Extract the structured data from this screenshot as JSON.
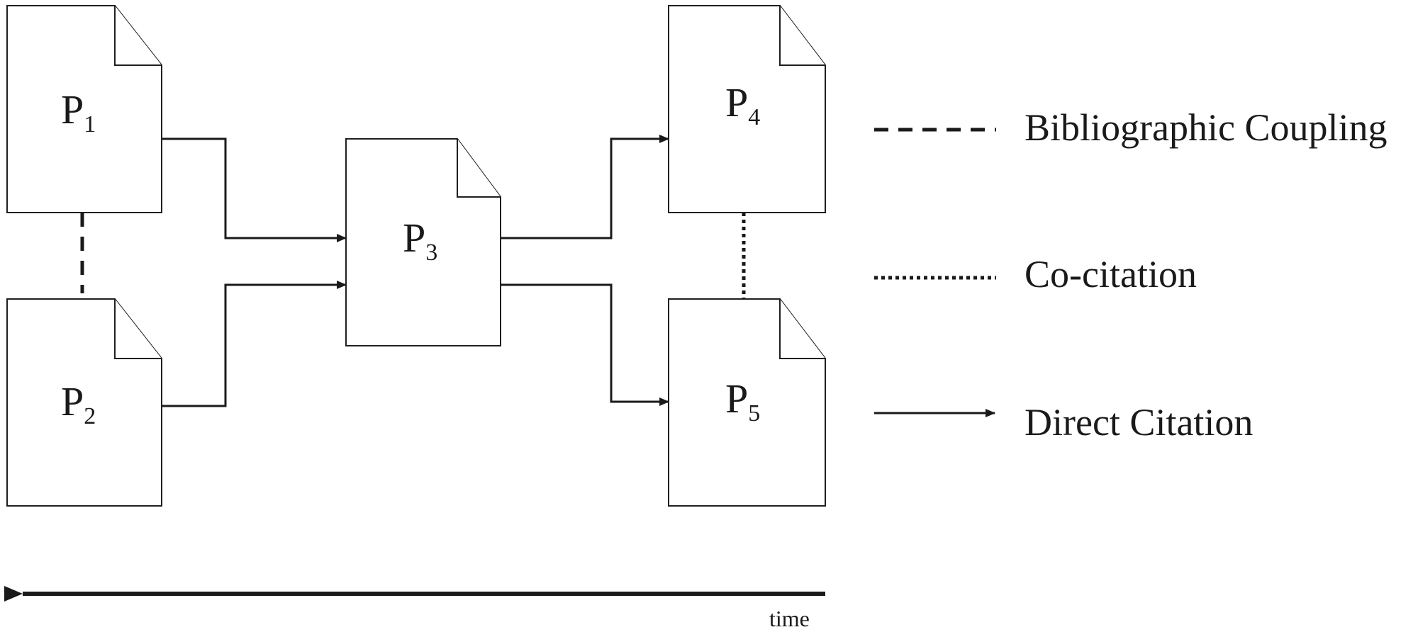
{
  "documents": [
    {
      "id": "p1",
      "letter": "P",
      "subscript": "1"
    },
    {
      "id": "p2",
      "letter": "P",
      "subscript": "2"
    },
    {
      "id": "p3",
      "letter": "P",
      "subscript": "3"
    },
    {
      "id": "p4",
      "letter": "P",
      "subscript": "4"
    },
    {
      "id": "p5",
      "letter": "P",
      "subscript": "5"
    }
  ],
  "links": [
    {
      "type": "direct_citation",
      "from": "P1",
      "to": "P3"
    },
    {
      "type": "direct_citation",
      "from": "P2",
      "to": "P3"
    },
    {
      "type": "direct_citation",
      "from": "P3",
      "to": "P4"
    },
    {
      "type": "direct_citation",
      "from": "P3",
      "to": "P5"
    },
    {
      "type": "bibliographic_coupling",
      "between": [
        "P1",
        "P2"
      ]
    },
    {
      "type": "co_citation",
      "between": [
        "P4",
        "P5"
      ]
    }
  ],
  "legend": {
    "coupling_label": "Bibliographic Coupling",
    "cocitation_label": "Co-citation",
    "direct_label": "Direct Citation"
  },
  "time_axis": {
    "label": "time",
    "direction": "right-to-left"
  }
}
